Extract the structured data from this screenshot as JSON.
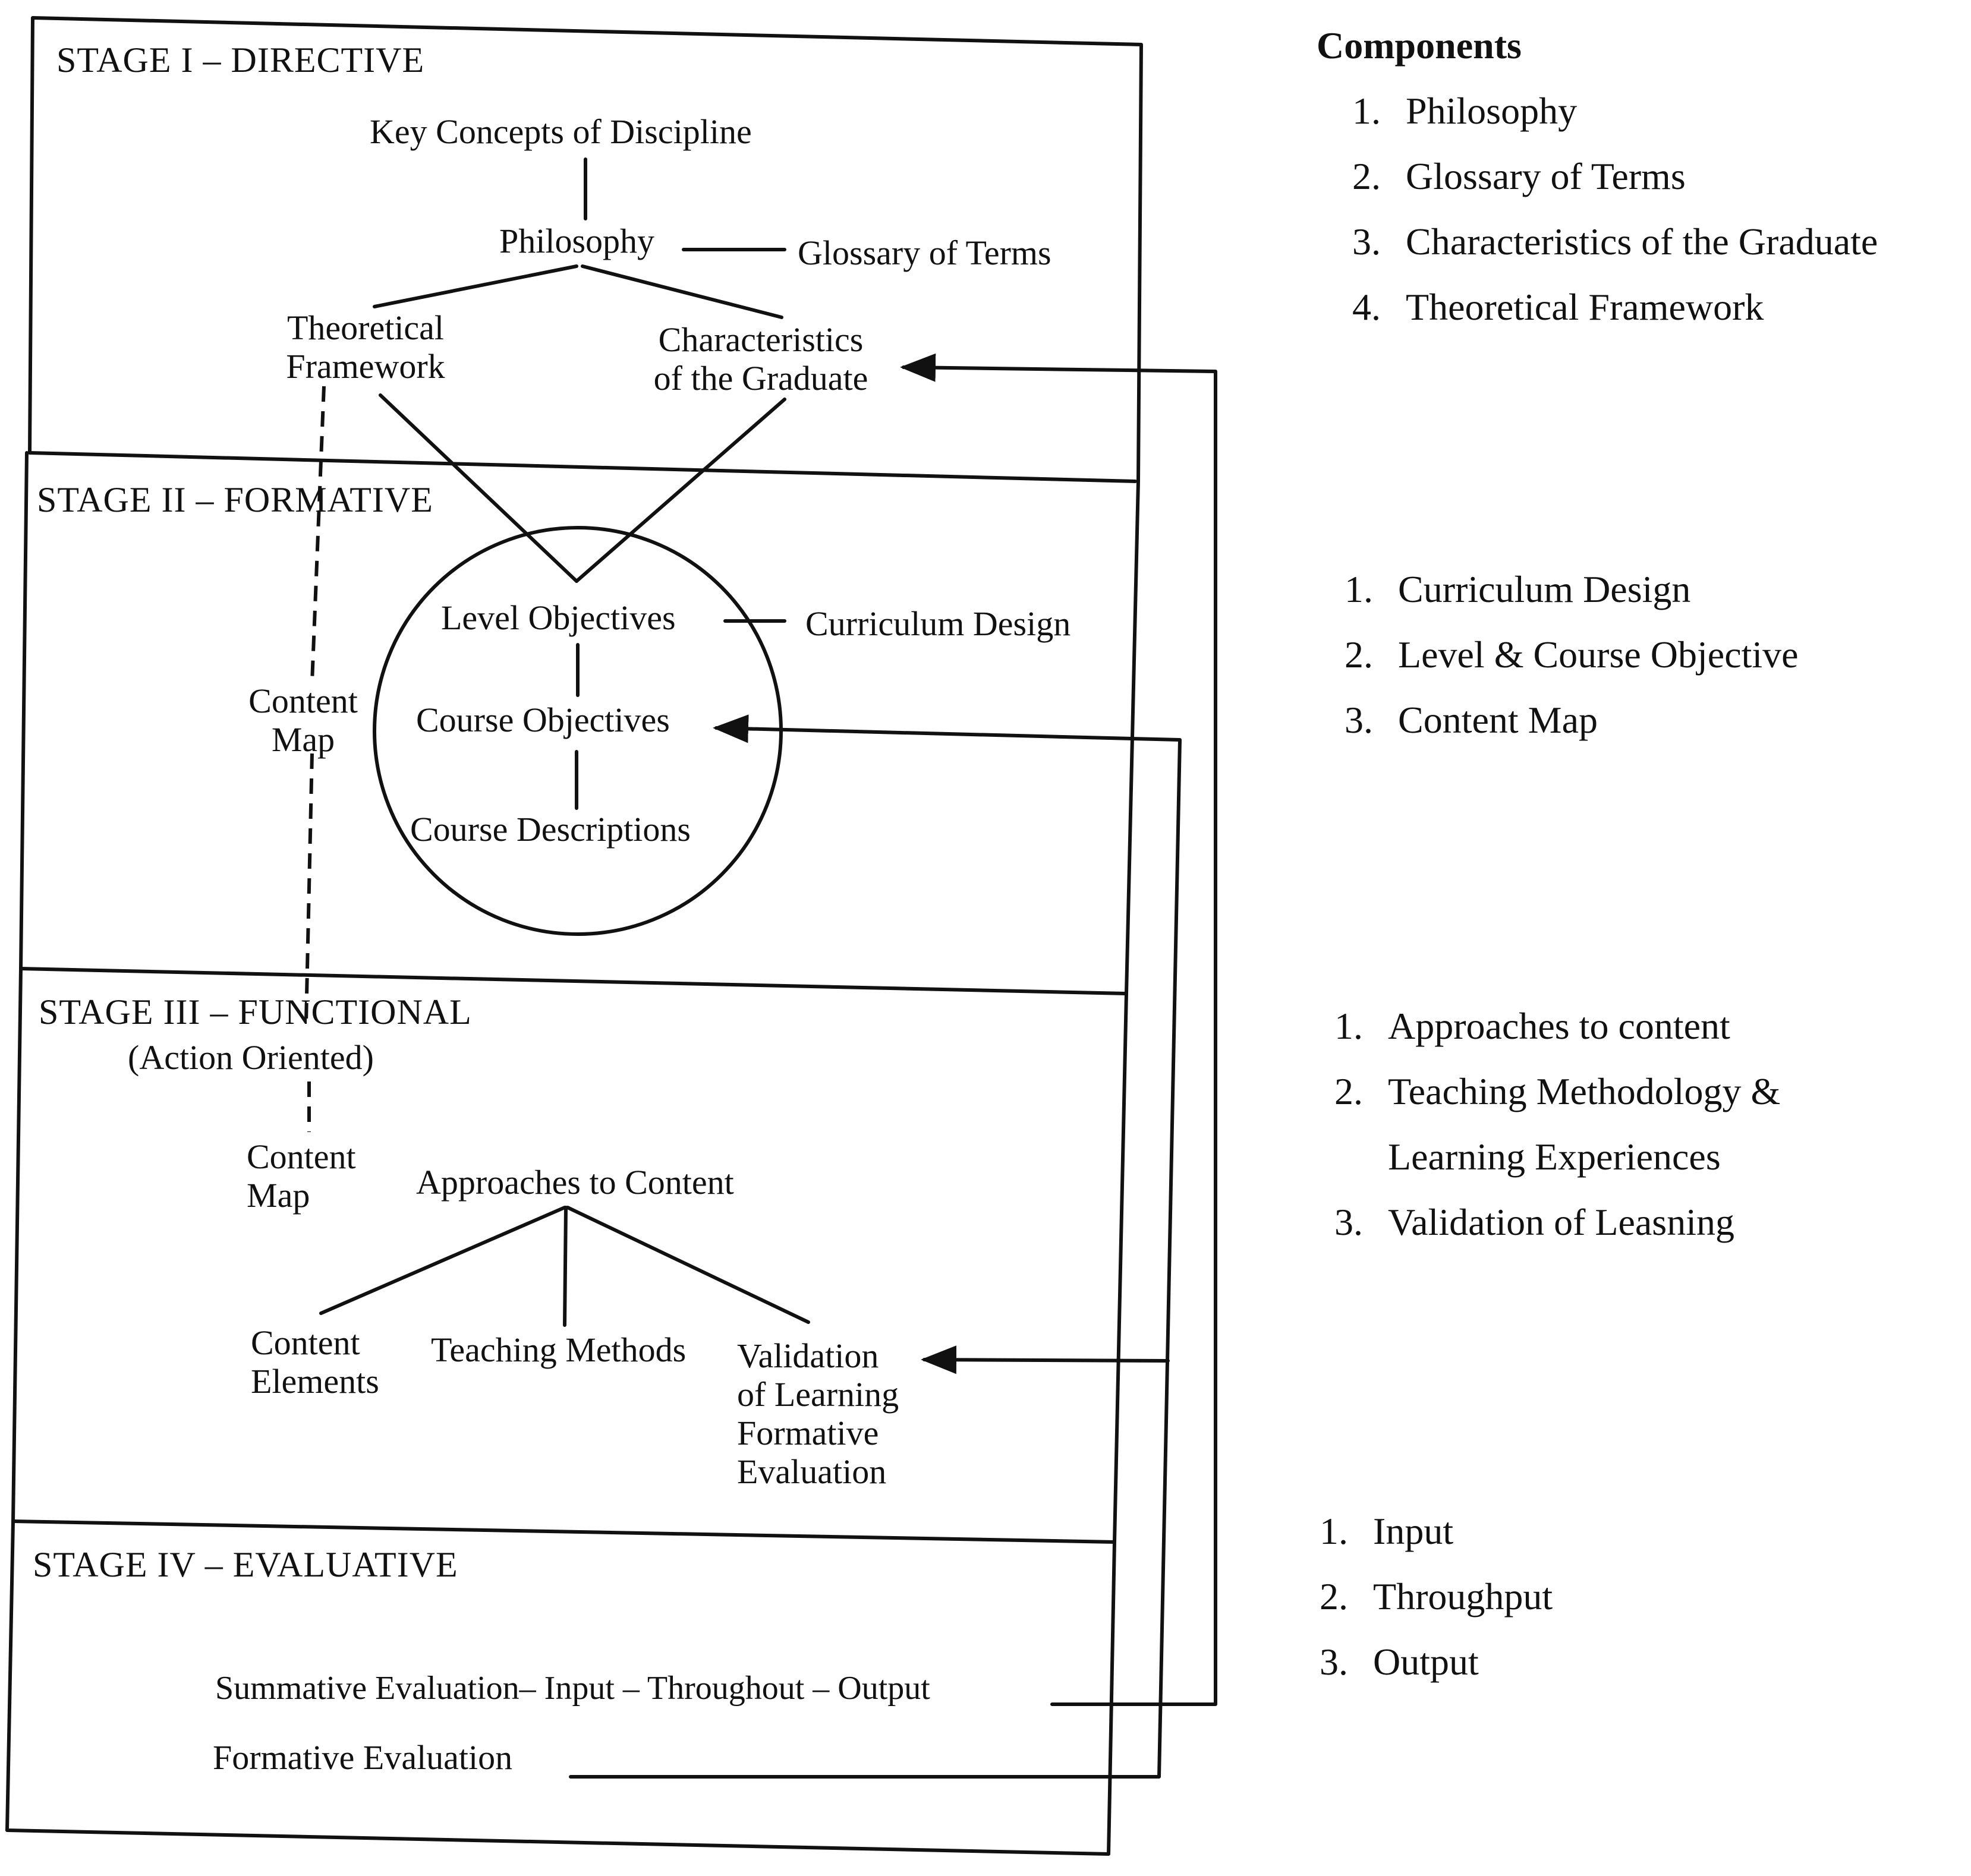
{
  "stages": [
    {
      "title": "STAGE I – DIRECTIVE",
      "labels": {
        "key_concepts": "Key Concepts of Discipline",
        "philosophy": "Philosophy",
        "glossary": "Glossary of Terms",
        "theoretical_framework": [
          "Theoretical",
          "Framework"
        ],
        "characteristics": [
          "Characteristics",
          "of the Graduate"
        ]
      }
    },
    {
      "title": "STAGE II – FORMATIVE",
      "labels": {
        "level_objectives": "Level Objectives",
        "curriculum_design": "Curriculum Design",
        "content_map": [
          "Content",
          "Map"
        ],
        "course_objectives": "Course Objectives",
        "course_descriptions": "Course Descriptions"
      }
    },
    {
      "title": "STAGE III – FUNCTIONAL",
      "subtitle": "(Action Oriented)",
      "labels": {
        "content_map": [
          "Content",
          "Map"
        ],
        "approaches": "Approaches to Content",
        "content_elements": [
          "Content",
          "Elements"
        ],
        "teaching_methods": "Teaching Methods",
        "validation": [
          "Validation",
          "of Learning",
          "Formative",
          "Evaluation"
        ]
      }
    },
    {
      "title": "STAGE IV – EVALUATIVE",
      "labels": {
        "summative": "Summative Evaluation– Input – Throughout – Output",
        "formative": "Formative Evaluation"
      }
    }
  ],
  "components": {
    "title": "Components",
    "groups": [
      [
        "Philosophy",
        "Glossary of Terms",
        "Characteristics of the Graduate",
        "Theoretical Framework"
      ],
      [
        "Curriculum Design",
        "Level & Course Objective",
        "Content Map"
      ],
      [
        "Approaches to content",
        "Teaching Methodology &",
        "Validation of Leasning"
      ],
      [
        "Input",
        "Throughput",
        "Output"
      ]
    ],
    "group3_continuation": "Learning Experiences"
  }
}
